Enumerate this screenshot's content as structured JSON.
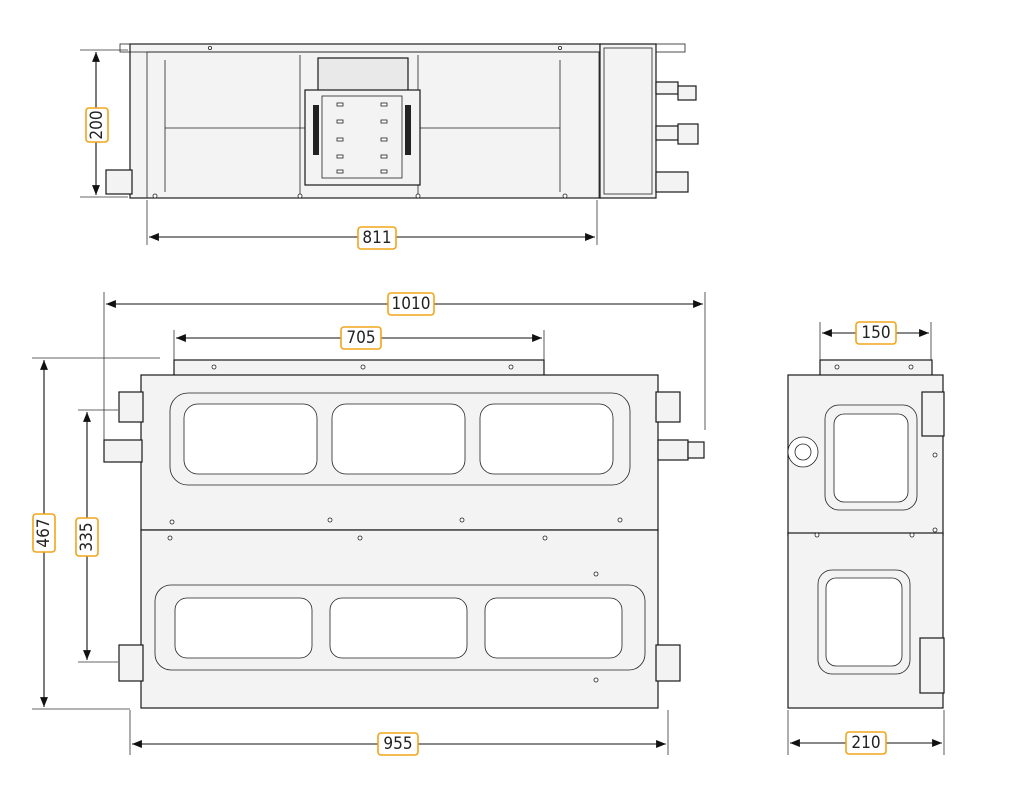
{
  "dimensions": {
    "top_height": "200",
    "top_width": "811",
    "front_total_width": "1010",
    "front_flange_width": "705",
    "front_total_height": "467",
    "front_bracket_height": "335",
    "front_body_width": "955",
    "side_flange_width": "150",
    "side_depth": "210"
  },
  "colors": {
    "badge_border": "#f2a51a",
    "line": "#1a1a1a",
    "fill": "#f3f3f3"
  }
}
